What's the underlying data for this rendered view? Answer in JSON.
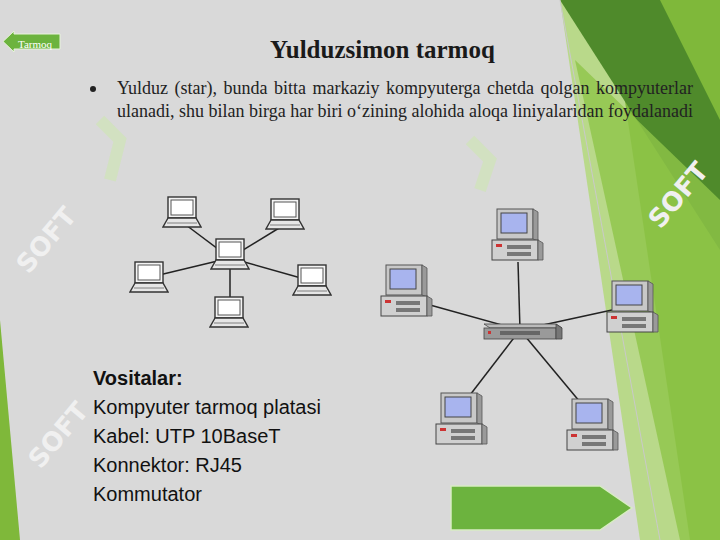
{
  "diagram": {
    "title": "Yulduzsimon tarmoq",
    "nodes": [
      {
        "text": [
          "Tarmoq"
        ]
      }
    ],
    "labels": [
      "Yulduz (star), bunda bitta markaziy kompyuterga chetda qolgan kompyuterlar ulanadi, shu bilan birga har biri o‘zining alohida aloqa liniyalaridan foydalanadi",
      "Vositalar:",
      "Kompyuter tarmoq platasi",
      "Kabel: UTP 10BaseT",
      "Konnektor: RJ45",
      "Kommutator",
      "SOFT",
      "SOFT",
      "SOFT"
    ]
  }
}
